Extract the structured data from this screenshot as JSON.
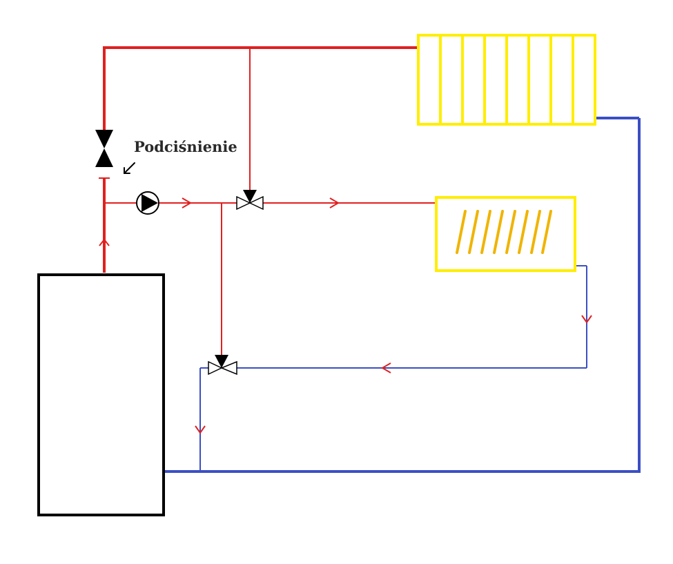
{
  "annotation": {
    "label": "Podciśnienie",
    "pointer_icon": "arrow-down-left-icon"
  },
  "colors": {
    "supply_pipe": "#e02020",
    "return_pipe": "#3a4fc4",
    "radiator": "#ffee00",
    "floor_heating_coil": "#f0b400",
    "boiler_outline": "#000000",
    "valve": "#000000",
    "background": "#ffffff"
  },
  "components": {
    "boiler": "boiler-tank",
    "radiator": "panel-radiator",
    "floor_heating": "floor-heating-loop",
    "pump": "circulation-pump-icon",
    "shutoff_valve": "two-way-valve-icon",
    "mixing_valves": [
      "three-way-mixing-valve-upper-icon",
      "three-way-mixing-valve-lower-icon"
    ]
  }
}
